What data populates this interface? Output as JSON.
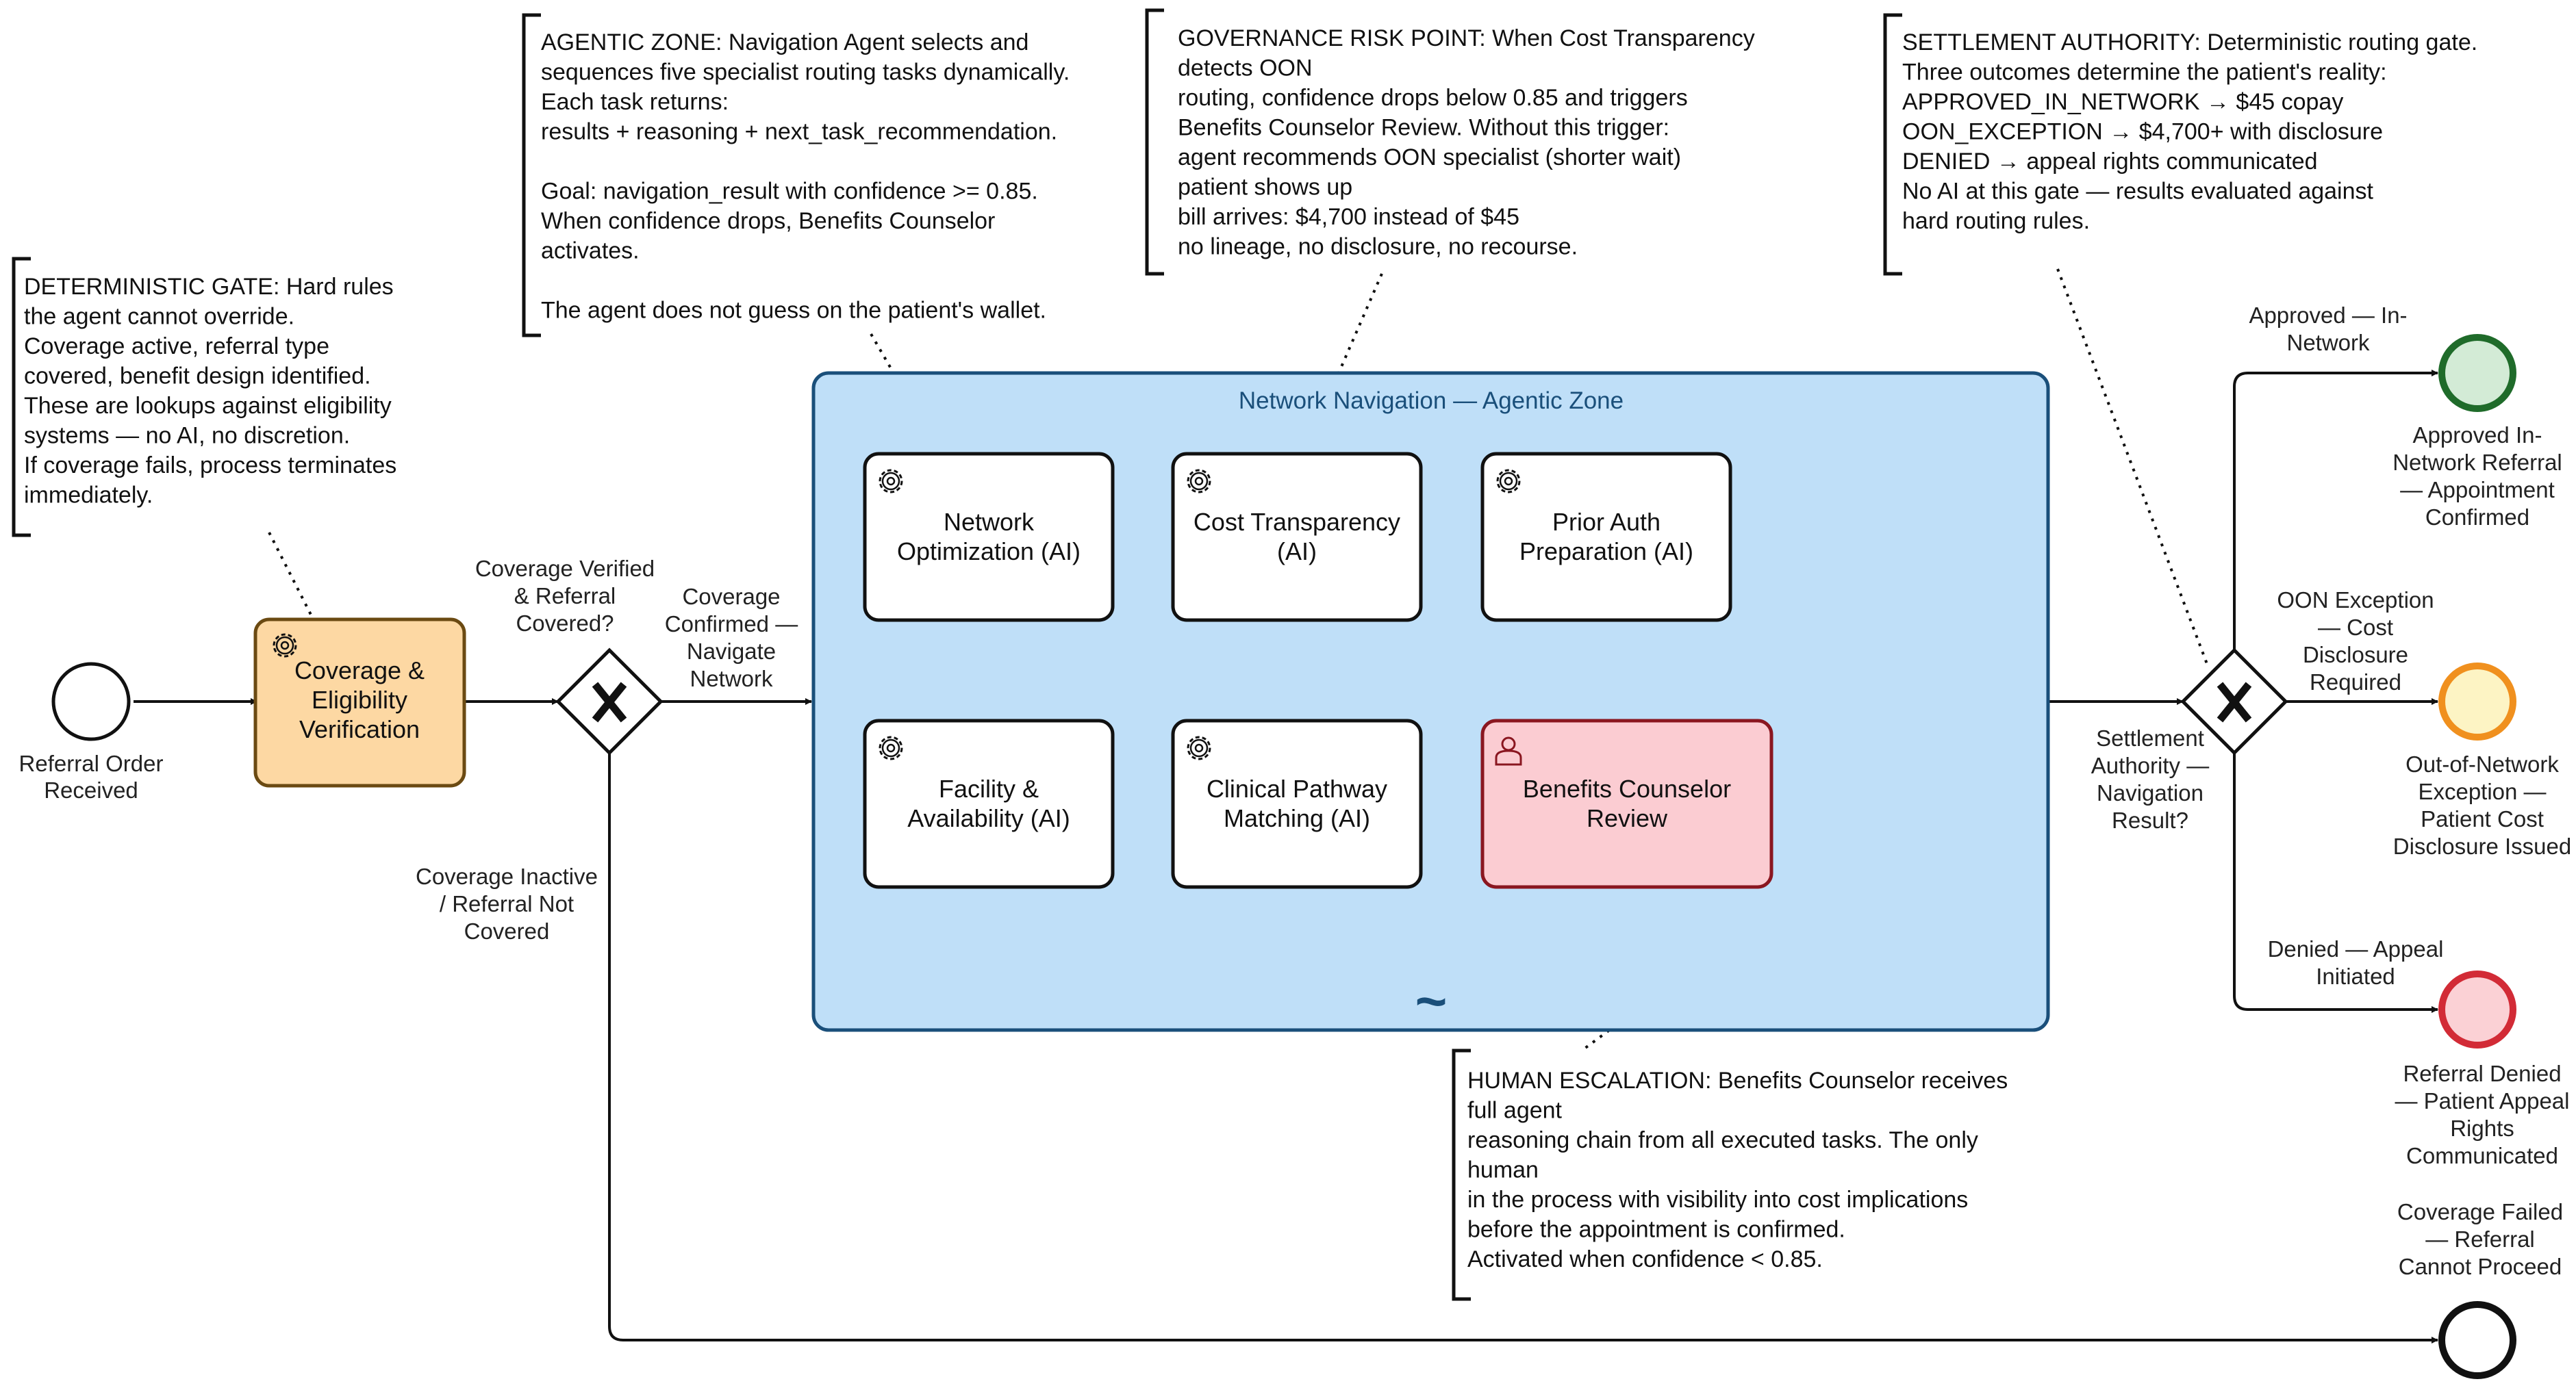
{
  "colors": {
    "line": "#111111",
    "subprocess_fill": "#bfdff8",
    "subprocess_stroke": "#1a4f7a",
    "subprocess_title": "#1a4f7a",
    "verification_fill": "#fdd8a3",
    "verification_stroke": "#6b4a12",
    "verification_text": "#6b4a12",
    "human_fill": "#fbccd2",
    "human_stroke": "#8a1620",
    "human_text": "#8a1620",
    "approved_fill": "#d3ebd6",
    "approved_stroke": "#1f6b2a",
    "approved_text": "#1f6b2a",
    "oon_fill": "#fdf4c4",
    "oon_stroke": "#f0901e",
    "oon_text": "#e5841a",
    "denied_fill": "#fbd1d5",
    "denied_stroke": "#d22b36",
    "denied_text": "#c8222c"
  },
  "start_event": {
    "label": [
      "Referral Order",
      "Received"
    ]
  },
  "verification_task": {
    "icon": "gear-icon",
    "label": [
      "Coverage &",
      "Eligibility",
      "Verification"
    ]
  },
  "coverage_gateway": {
    "icon": "x-icon",
    "label": [
      "Coverage Verified",
      "& Referral",
      "Covered?"
    ]
  },
  "flows": {
    "to_subprocess": [
      "Coverage",
      "Confirmed —",
      "Navigate",
      "Network"
    ],
    "coverage_failed": [
      "Coverage Inactive",
      "/ Referral Not",
      "Covered"
    ],
    "approved": [
      "Approved — In-",
      "Network"
    ],
    "oon": [
      "OON Exception",
      "— Cost",
      "Disclosure",
      "Required"
    ],
    "denied": [
      "Denied — Appeal",
      "Initiated"
    ]
  },
  "subprocess": {
    "title": "Network Navigation — Agentic Zone",
    "loop_marker": "~",
    "tasks": [
      {
        "id": "network-optimization",
        "label": [
          "Network",
          "Optimization (AI)"
        ],
        "icon": "gear-icon",
        "type": "service"
      },
      {
        "id": "cost-transparency",
        "label": [
          "Cost Transparency",
          "(AI)"
        ],
        "icon": "gear-icon",
        "type": "service"
      },
      {
        "id": "prior-auth-preparation",
        "label": [
          "Prior Auth",
          "Preparation (AI)"
        ],
        "icon": "gear-icon",
        "type": "service"
      },
      {
        "id": "facility-availability",
        "label": [
          "Facility &",
          "Availability (AI)"
        ],
        "icon": "gear-icon",
        "type": "service"
      },
      {
        "id": "clinical-pathway-matching",
        "label": [
          "Clinical Pathway",
          "Matching (AI)"
        ],
        "icon": "gear-icon",
        "type": "service"
      },
      {
        "id": "benefits-counselor-review",
        "label": [
          "Benefits Counselor",
          "Review"
        ],
        "icon": "user-icon",
        "type": "user"
      }
    ]
  },
  "settlement_gateway": {
    "icon": "x-icon",
    "label": [
      "Settlement",
      "Authority —",
      "Navigation",
      "Result?"
    ]
  },
  "end_events": {
    "approved": [
      "Approved In-",
      "Network Referral",
      "— Appointment",
      "Confirmed"
    ],
    "oon": [
      "Out-of-Network",
      "Exception —",
      "Patient Cost",
      "Disclosure Issued"
    ],
    "denied": [
      "Referral Denied",
      "— Patient Appeal",
      "Rights",
      "Communicated"
    ],
    "failed": [
      "Coverage Failed",
      "— Referral",
      "Cannot Proceed"
    ]
  },
  "annotations": {
    "deterministic_gate": [
      "DETERMINISTIC GATE: Hard rules",
      "the agent cannot override.",
      "Coverage active, referral type",
      "covered, benefit design identified.",
      "These are lookups against eligibility",
      "systems — no AI, no discretion.",
      "If coverage fails, process terminates",
      "immediately."
    ],
    "agentic_zone": [
      "AGENTIC ZONE: Navigation Agent selects and",
      "sequences five specialist routing tasks dynamically.",
      "Each task returns:",
      "results + reasoning + next_task_recommendation.",
      "",
      "Goal: navigation_result with confidence >= 0.85.",
      "When confidence drops, Benefits Counselor",
      "activates.",
      "",
      "The agent does not guess on the patient's wallet."
    ],
    "governance_risk": [
      "GOVERNANCE RISK POINT: When Cost Transparency",
      "detects OON",
      "routing, confidence drops below 0.85 and triggers",
      "Benefits Counselor Review. Without this trigger:",
      "agent recommends OON specialist (shorter wait)",
      "patient shows up",
      "bill arrives: $4,700 instead of $45",
      "no lineage, no disclosure, no recourse."
    ],
    "settlement_authority": [
      "SETTLEMENT AUTHORITY: Deterministic routing gate.",
      "Three outcomes determine the patient's reality:",
      "APPROVED_IN_NETWORK → $45 copay",
      "OON_EXCEPTION → $4,700+ with disclosure",
      "DENIED → appeal rights communicated",
      "No AI at this gate — results evaluated against",
      "hard routing rules."
    ],
    "human_escalation": [
      "HUMAN ESCALATION: Benefits Counselor receives",
      "full agent",
      "reasoning chain from all executed tasks. The only",
      "human",
      "in the process with visibility into cost implications",
      "before the appointment is confirmed.",
      "Activated when confidence < 0.85."
    ]
  }
}
